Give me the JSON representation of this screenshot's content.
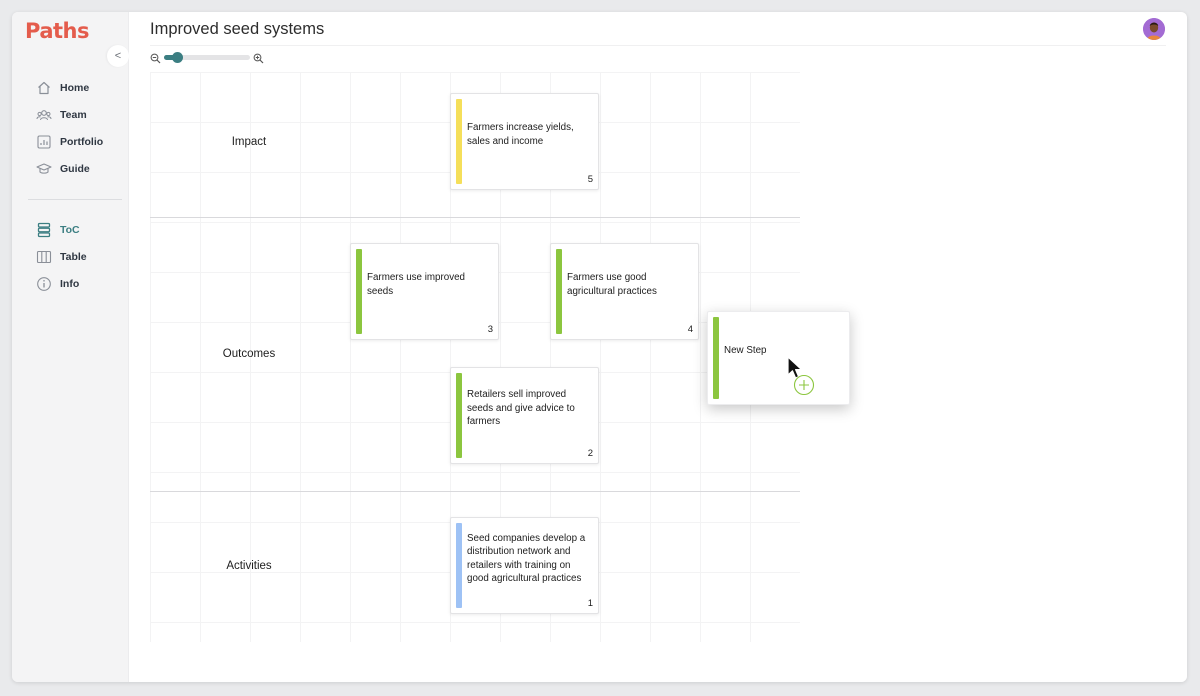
{
  "app": {
    "logo": "Paths",
    "collapse_label": "<"
  },
  "sidebar": {
    "items": [
      {
        "label": "Home",
        "icon": "home-icon"
      },
      {
        "label": "Team",
        "icon": "team-icon"
      },
      {
        "label": "Portfolio",
        "icon": "portfolio-icon"
      },
      {
        "label": "Guide",
        "icon": "guide-icon"
      },
      {
        "label": "ToC",
        "icon": "toc-icon",
        "active": true
      },
      {
        "label": "Table",
        "icon": "table-icon"
      },
      {
        "label": "Info",
        "icon": "info-icon"
      }
    ]
  },
  "header": {
    "title": "Improved seed systems",
    "zoom_level": 0.1
  },
  "rows": [
    {
      "label": "Impact"
    },
    {
      "label": "Outcomes"
    },
    {
      "label": "Activities"
    }
  ],
  "cards": [
    {
      "text": "Farmers increase yields, sales and income",
      "number": "5",
      "color": "#f5df5a"
    },
    {
      "text": "Farmers use improved seeds",
      "number": "3",
      "color": "#8cc63f"
    },
    {
      "text": "Farmers use good agricultural practices",
      "number": "4",
      "color": "#8cc63f"
    },
    {
      "text": "Retailers sell improved seeds and give advice to farmers",
      "number": "2",
      "color": "#8cc63f"
    },
    {
      "text": "Seed companies develop a distribution network and retailers with training on good agricultural practices",
      "number": "1",
      "color": "#9ec2f5"
    }
  ],
  "new_step": {
    "text": "New Step",
    "color": "#8cc63f"
  },
  "colors": {
    "brand": "#e45c4c",
    "accent": "#3b7e82"
  }
}
